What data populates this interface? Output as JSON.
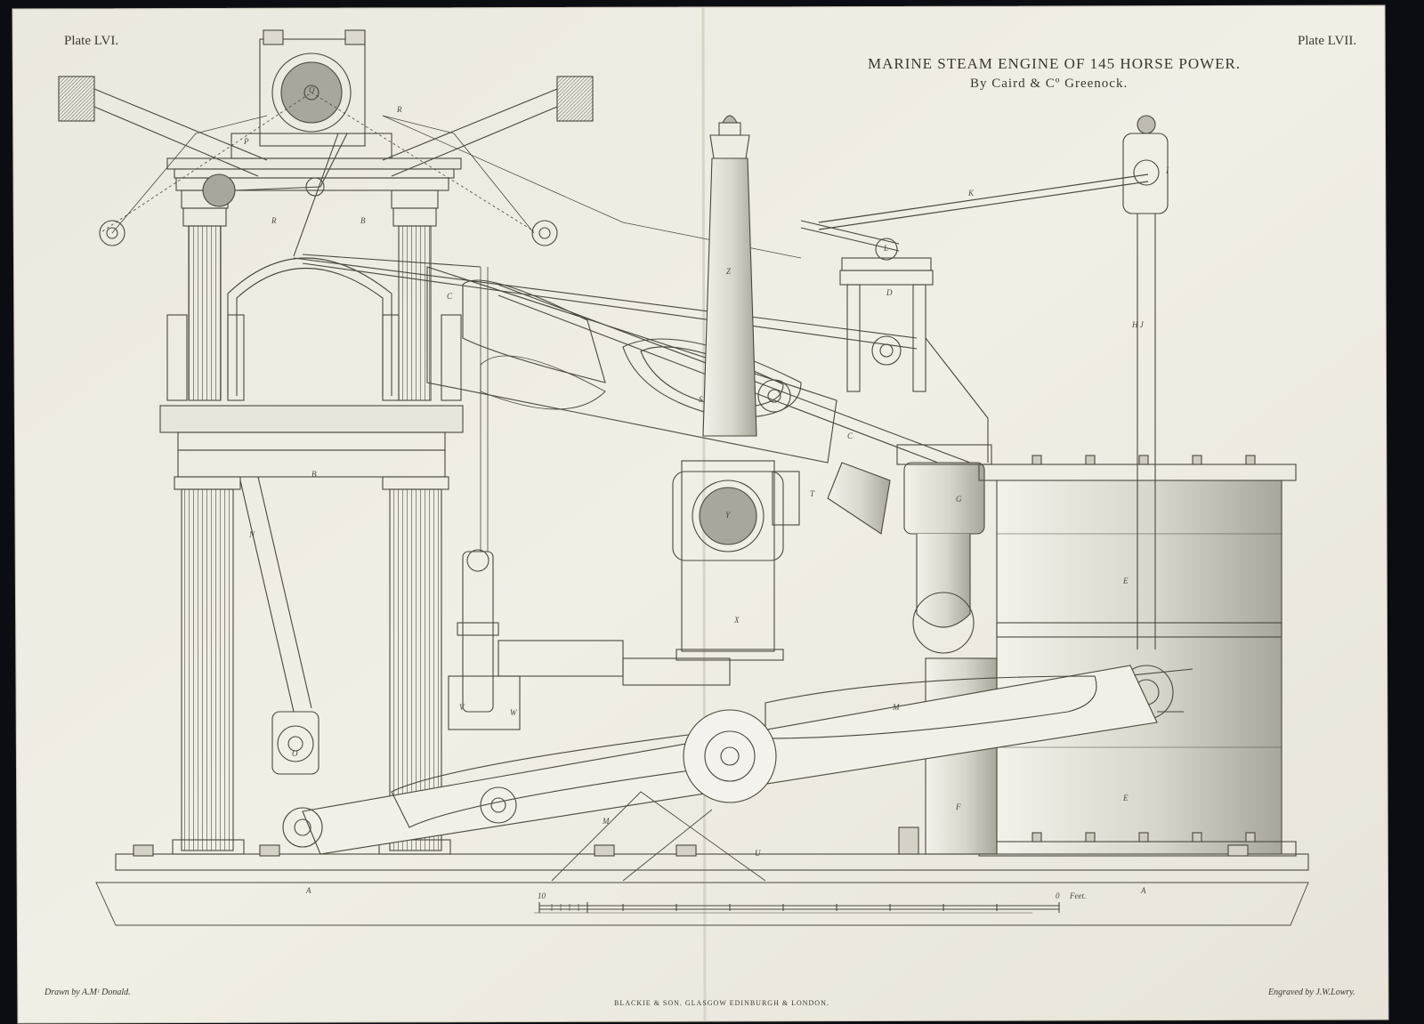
{
  "plate_left": "Plate LVI.",
  "plate_right": "Plate LVII.",
  "title": "MARINE STEAM ENGINE OF 145 HORSE POWER.",
  "subtitle": "By Caird & Cº Greenock.",
  "drawn_by": "Drawn by A.Mᶜ Donald.",
  "engraved_by": "Engraved by J.W.Lowry.",
  "publisher": "BLACKIE & SON. GLASGOW EDINBURGH & LONDON.",
  "scale_label": "Feet.",
  "scale_start": "10",
  "scale_end": "0",
  "part_labels": {
    "Q": "Q",
    "P": "P",
    "R1": "R",
    "R2": "R",
    "B1": "B",
    "B2": "B",
    "Z": "Z",
    "C1": "C",
    "C2": "C",
    "D": "D",
    "K": "K",
    "L": "L",
    "HJ": "H J",
    "S": "S",
    "G": "G",
    "T": "T",
    "Y": "Y",
    "X": "X",
    "N": "N",
    "E1": "E",
    "E2": "E",
    "F": "F",
    "M1": "M",
    "M2": "M",
    "O": "O",
    "U": "U",
    "V": "V",
    "W": "W",
    "A1": "A",
    "A2": "A",
    "I": "I"
  },
  "colors": {
    "mat": "#0c0d12",
    "paper": "#efece3",
    "ink": "#4a473d",
    "shade": "#8e8b80"
  }
}
